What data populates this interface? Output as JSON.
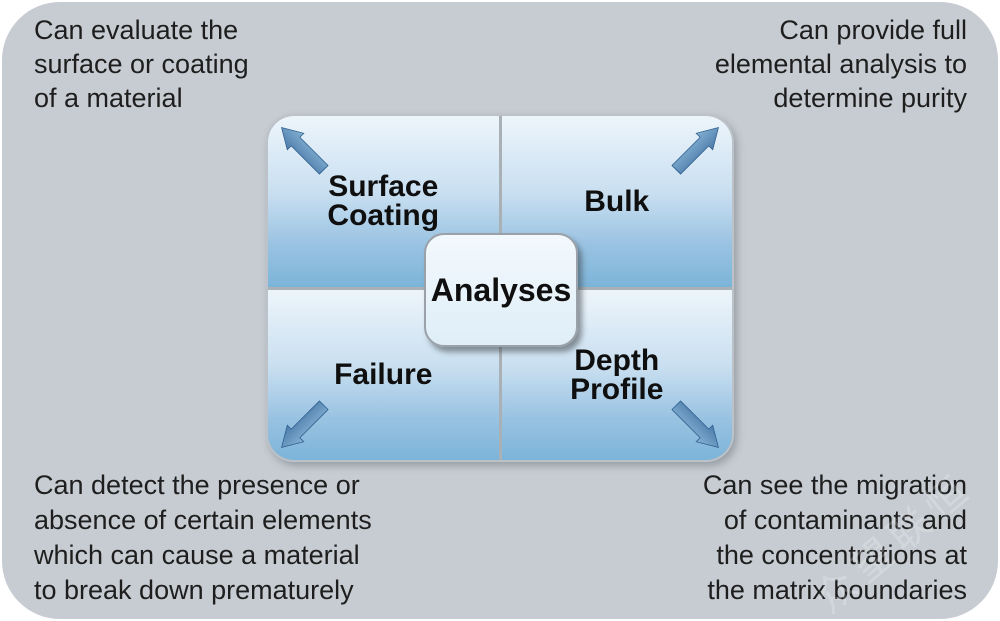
{
  "annotations": {
    "top_left": "Can evaluate the\nsurface or coating\nof a material",
    "top_right": "Can provide full\nelemental analysis to\ndetermine purity",
    "bottom_left": "Can detect the presence or\nabsence of certain elements\nwhich can cause a material\nto break down prematurely",
    "bottom_right": "Can see the migration\nof contaminants and\nthe concentrations at\nthe matrix boundaries"
  },
  "diagram": {
    "center_label": "Analyses",
    "quadrants": [
      {
        "id": "surface-coating",
        "label": "Surface\nCoating",
        "arrow_direction": "up-left"
      },
      {
        "id": "bulk",
        "label": "Bulk",
        "arrow_direction": "up-right"
      },
      {
        "id": "failure",
        "label": "Failure",
        "arrow_direction": "down-left"
      },
      {
        "id": "depth-profile",
        "label": "Depth\nProfile",
        "arrow_direction": "down-right"
      }
    ]
  },
  "watermark": {
    "text": "众望联恒"
  },
  "colors": {
    "card_bg": "#c6ccd2",
    "quadrant_top": "#edf5fb",
    "quadrant_mid": "#c9dff0",
    "quadrant_bottom": "#7cb4d9",
    "divider": "#a9b0b6",
    "panel_border": "#bcc2c7",
    "text": "#1e1e1e",
    "label_text": "#0f0f0f",
    "box_border": "#9aa1a8",
    "box_top": "#f3f9fd",
    "box_bottom": "#dfeef8",
    "arrow_light": "#a3cde9",
    "arrow_dark": "#2d5f92"
  }
}
